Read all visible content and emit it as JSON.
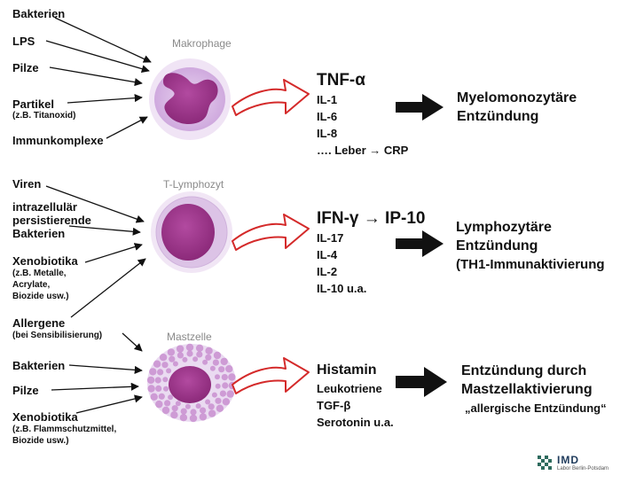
{
  "macrophage": {
    "title": "Makrophage",
    "inputs": [
      "Bakterien",
      "LPS",
      "Pilze",
      "Partikel",
      "(z.B. Titanoxid)",
      "Immunkomplexe"
    ],
    "mediators": [
      "TNF-α",
      "IL-1",
      "IL-6",
      "IL-8",
      "…. Leber → CRP"
    ],
    "result": [
      "Myelomonozytäre",
      "Entzündung"
    ]
  },
  "lymphocyte": {
    "title": "T-Lymphozyt",
    "inputs": [
      "Viren",
      "intrazellulär",
      "persistierende",
      "Bakterien",
      "Xenobiotika",
      "(z.B. Metalle,",
      "Acrylate,",
      "Biozide usw.)",
      "Allergene",
      "(bei Sensibilisierung)"
    ],
    "mediators": [
      "IFN-γ → IP-10",
      "IL-17",
      "IL-4",
      "IL-2",
      "IL-10 u.a."
    ],
    "result": [
      "Lymphozytäre",
      "Entzündung",
      "(TH1-Immunaktivierung"
    ]
  },
  "mastcell": {
    "title": "Mastzelle",
    "inputs": [
      "Bakterien",
      "Pilze",
      "Xenobiotika",
      "(z.B. Flammschutzmittel,",
      "Biozide usw.)"
    ],
    "mediators": [
      "Histamin",
      "Leukotriene",
      "TGF-β",
      "Serotonin u.a."
    ],
    "result": [
      "Entzündung durch",
      "Mastzellaktivierung",
      "„allergische Entzündung“"
    ]
  },
  "logo": {
    "name": "IMD",
    "tagline": "Labor Berlin-Potsdam"
  },
  "colors": {
    "cell_outer": "#ddc3e8",
    "cell_nucleus": "#a2378c",
    "arrow_outline": "#d42a2a",
    "mast_granule": "#c98fd0"
  }
}
